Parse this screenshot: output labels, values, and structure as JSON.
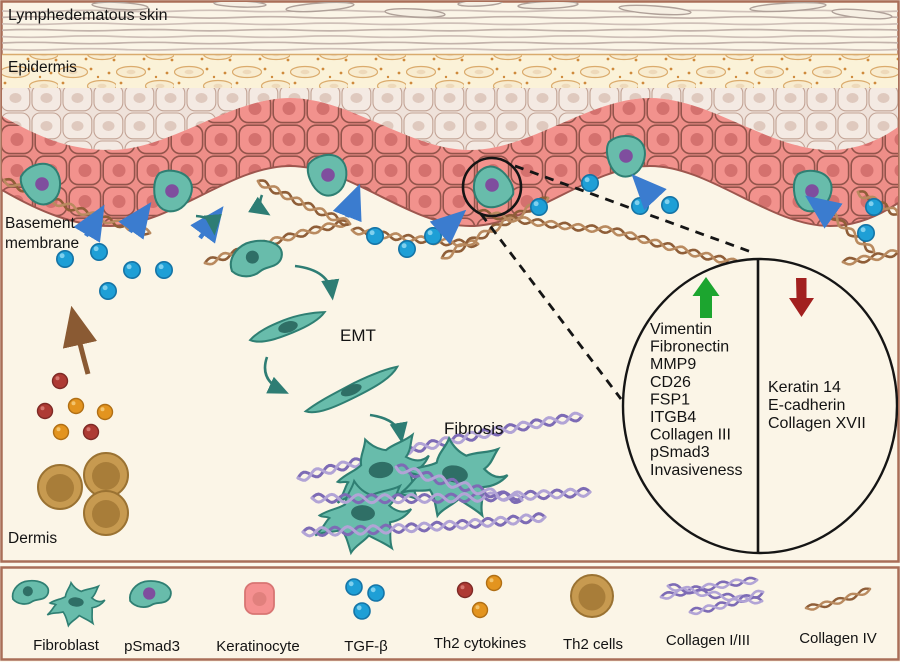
{
  "diagram_labels": {
    "title": "Lymphedematous skin",
    "epidermis": "Epidermis",
    "basement_membrane_line1": "Basement",
    "basement_membrane_line2": "membrane",
    "dermis": "Dermis",
    "emt": "EMT",
    "fibrosis": "Fibrosis"
  },
  "callout": {
    "increased": {
      "direction": "up",
      "arrow_color": "#1ca52f",
      "items": [
        "Vimentin",
        "Fibronectin",
        "MMP9",
        "CD26",
        "FSP1",
        "ITGB4",
        "Collagen III",
        "pSmad3",
        "Invasiveness"
      ]
    },
    "decreased": {
      "direction": "down",
      "arrow_color": "#a2201f",
      "items": [
        "Keratin 14",
        "E-cadherin",
        "Collagen XVII"
      ]
    }
  },
  "legend": {
    "items": [
      {
        "name": "fibroblast",
        "label": "Fibroblast"
      },
      {
        "name": "psmad3",
        "label": "pSmad3"
      },
      {
        "name": "keratinocyte",
        "label": "Keratinocyte"
      },
      {
        "name": "tgf-beta",
        "label": "TGF-β"
      },
      {
        "name": "th2-cytokines",
        "label": "Th2 cytokines"
      },
      {
        "name": "th2-cells",
        "label": "Th2 cells"
      },
      {
        "name": "collagen-1-3",
        "label": "Collagen I/III"
      },
      {
        "name": "collagen-4",
        "label": "Collagen IV"
      }
    ]
  },
  "colors": {
    "background": "#fbf5e7",
    "box_border": "#a96e58",
    "basal_keratinocyte": "#f2928d",
    "basal_keratinocyte_nucleus": "#d4716e",
    "upper_keratinocyte": "#f4eae3",
    "teal_cell": "#68bcab",
    "teal_cell_nucleus": "#2f6f66",
    "psmad3_nucleus": "#7f4e9e",
    "tgf_beta_dot": "#1e9fd6",
    "blue_arrow": "#3b7ccf",
    "collagen_iv": "#8f5e38",
    "collagen_i_iii": "#7d6bb5",
    "th2_cell": "#c79a50",
    "th2_cytokine_red": "#ae3a34",
    "th2_cytokine_orange": "#e3941f",
    "up_arrow": "#1ca52f",
    "down_arrow": "#a2201f"
  }
}
